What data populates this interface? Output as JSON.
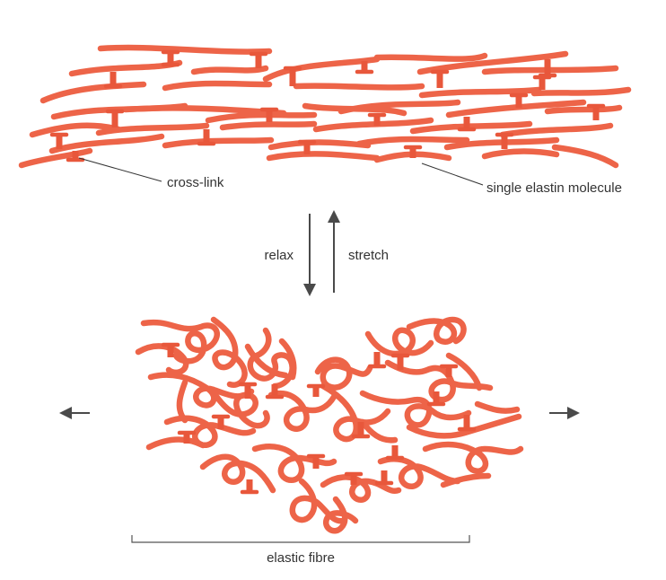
{
  "labels": {
    "cross_link": "cross-link",
    "single_elastin_molecule": "single elastin molecule",
    "relax": "relax",
    "stretch": "stretch",
    "elastic_fibre": "elastic fibre"
  },
  "colors": {
    "fibre": "#ed6448",
    "cross_link": "#e8573b",
    "arrow": "#4a4a4a",
    "text": "#333333",
    "background": "#ffffff"
  }
}
